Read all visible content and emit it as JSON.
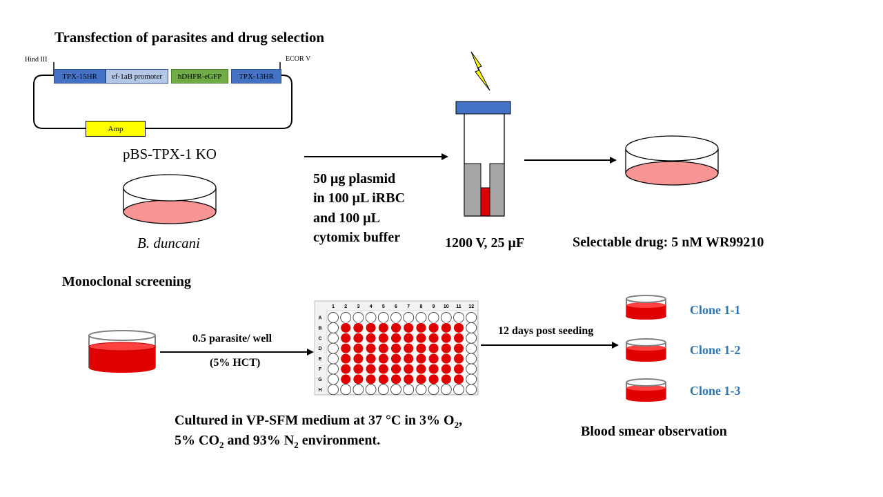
{
  "section1": {
    "title": "Transfection of parasites and drug selection",
    "plasmid": {
      "site_left": "Hind III",
      "site_right": "ECOR V",
      "segments": [
        {
          "label": "TPX-15HR",
          "color": "#4472c4"
        },
        {
          "label": "ef-1aB promoter",
          "color": "#b4c7e7"
        },
        {
          "label": "hDHFR-eGFP",
          "color": "#70ad47"
        },
        {
          "label": "TPX-13HR",
          "color": "#4472c4"
        }
      ],
      "marker": "Amp",
      "marker_color": "#ffff00",
      "name": "pBS-TPX-1 KO"
    },
    "organism": "B. duncani",
    "transfection_lines": [
      "50 μg plasmid",
      "in 100 μL iRBC",
      "and 100 μL",
      "cytomix buffer"
    ],
    "electroporation": "1200 V, 25 μF",
    "selection": "Selectable drug: 5 nM WR99210"
  },
  "section2": {
    "title": "Monoclonal screening",
    "seeding": "0.5 parasite/ well",
    "hct": "(5% HCT)",
    "plate": {
      "columns": [
        "1",
        "2",
        "3",
        "4",
        "5",
        "6",
        "7",
        "8",
        "9",
        "10",
        "11",
        "12"
      ],
      "rows": [
        "A",
        "B",
        "C",
        "D",
        "E",
        "F",
        "G",
        "H"
      ],
      "filled_rows": [
        "B",
        "C",
        "D",
        "E",
        "F",
        "G"
      ],
      "filled_columns": [
        "2",
        "3",
        "4",
        "5",
        "6",
        "7",
        "8",
        "9",
        "10",
        "11"
      ]
    },
    "post_seeding": "12 days post seeding",
    "clones": [
      "Clone 1-1",
      "Clone 1-2",
      "Clone 1-3"
    ],
    "culture_line1": {
      "a": "Cultured in VP-SFM medium at 37 °C in 3% O",
      "sub": "2",
      "b": ","
    },
    "culture_line2": {
      "a": "5% CO",
      "sub1": "2",
      "b": " and 93% N",
      "sub2": "2",
      "c": " environment."
    },
    "observation": "Blood smear observation"
  },
  "colors": {
    "pink_medium": "#f79494",
    "red_medium": "#e00000",
    "cuvette_cap": "#4472c4",
    "cuvette_gray": "#a6a6a6",
    "bolt": "#ffff00",
    "clone_text": "#2e75b6"
  }
}
